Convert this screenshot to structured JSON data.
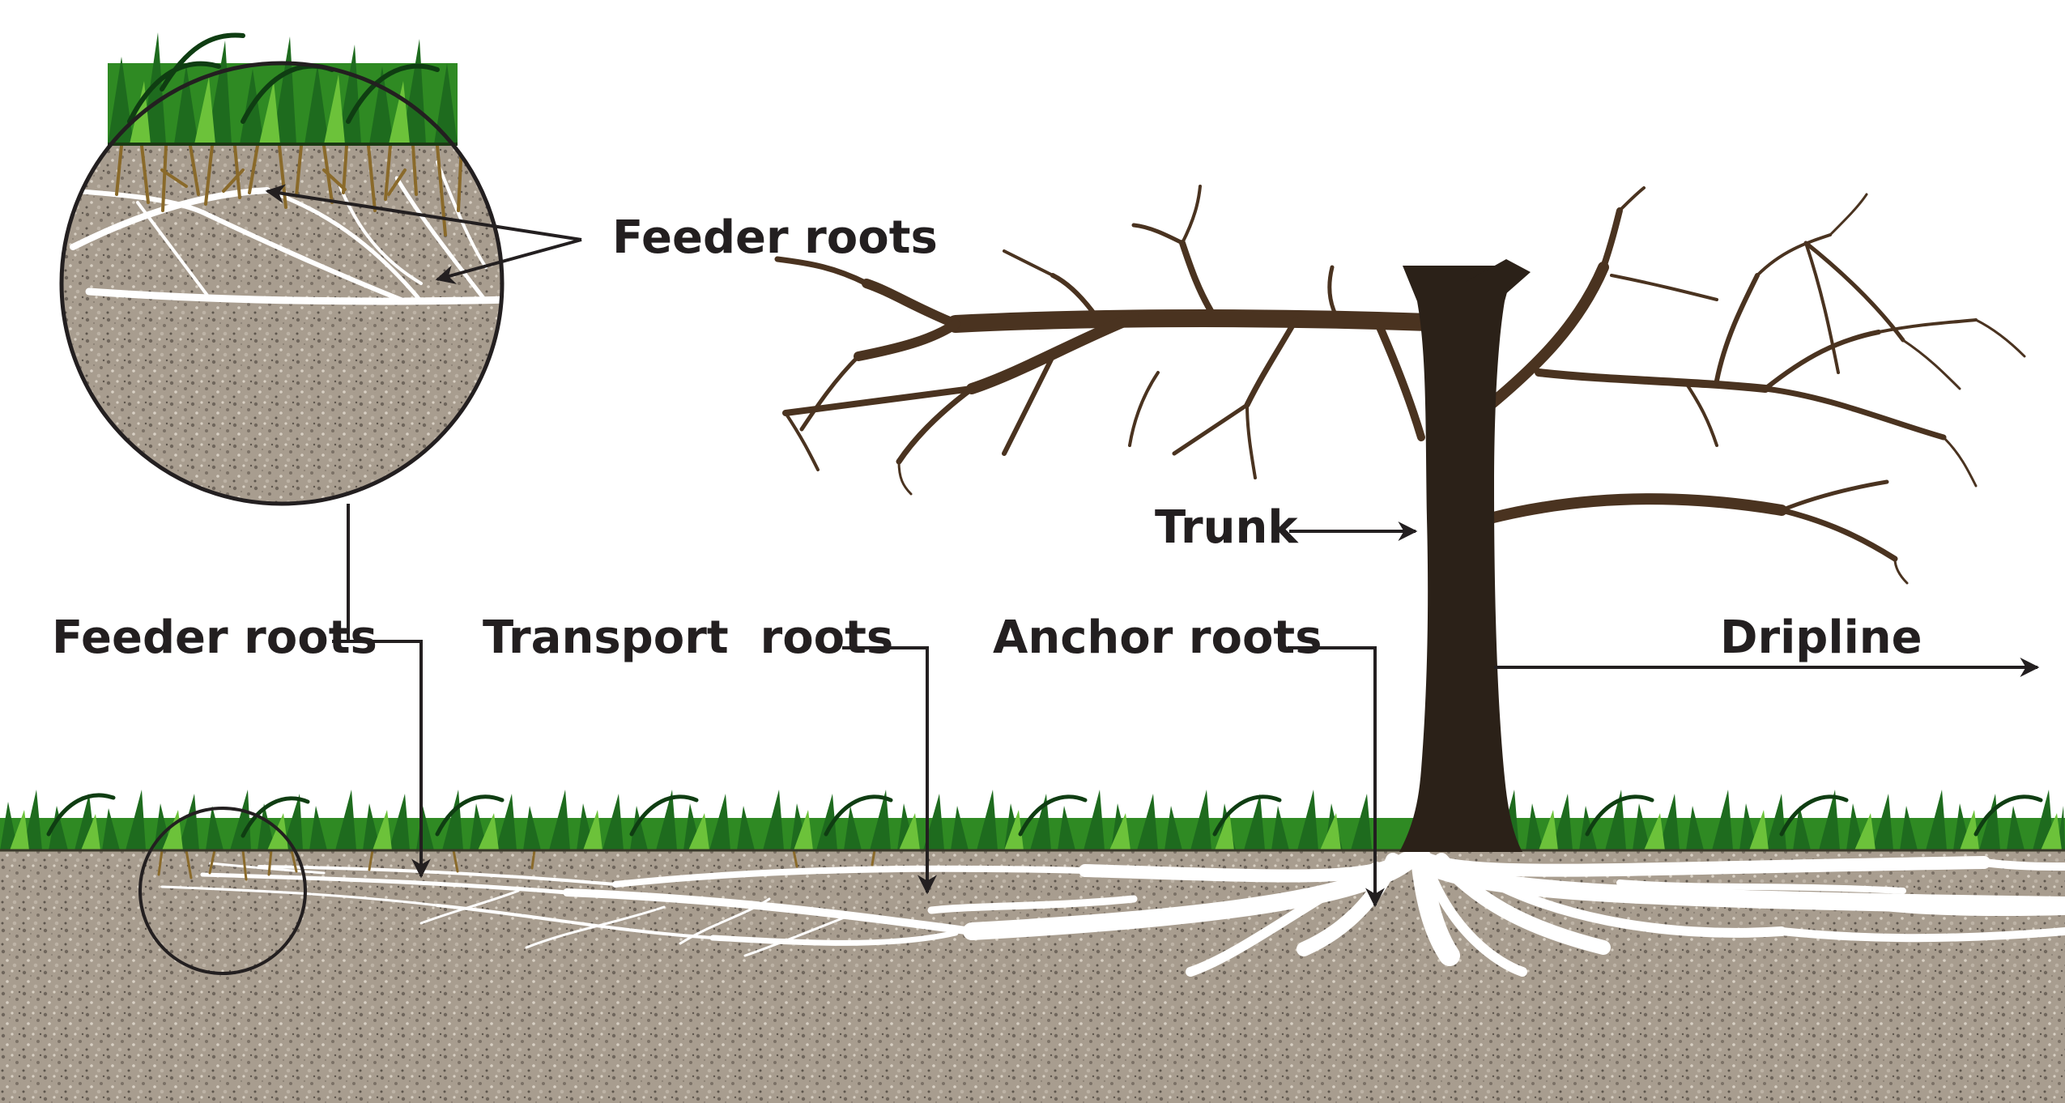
{
  "labels": {
    "feeder_inset": "Feeder roots",
    "feeder": "Feeder roots",
    "transport": "Transport  roots",
    "anchor": "Anchor roots",
    "trunk": "Trunk",
    "dripline": "Dripline"
  },
  "colors": {
    "soil": "#a89d8f",
    "soil_speck_dark": "#6f665c",
    "soil_speck_light": "#d8d0c4",
    "grass_dark": "#1e6b1e",
    "grass_light": "#5fb832",
    "trunk": "#2b2118",
    "branch": "#4a3320",
    "root": "#ffffff",
    "fine_root": "#8a6a2a",
    "line": "#231f20"
  }
}
